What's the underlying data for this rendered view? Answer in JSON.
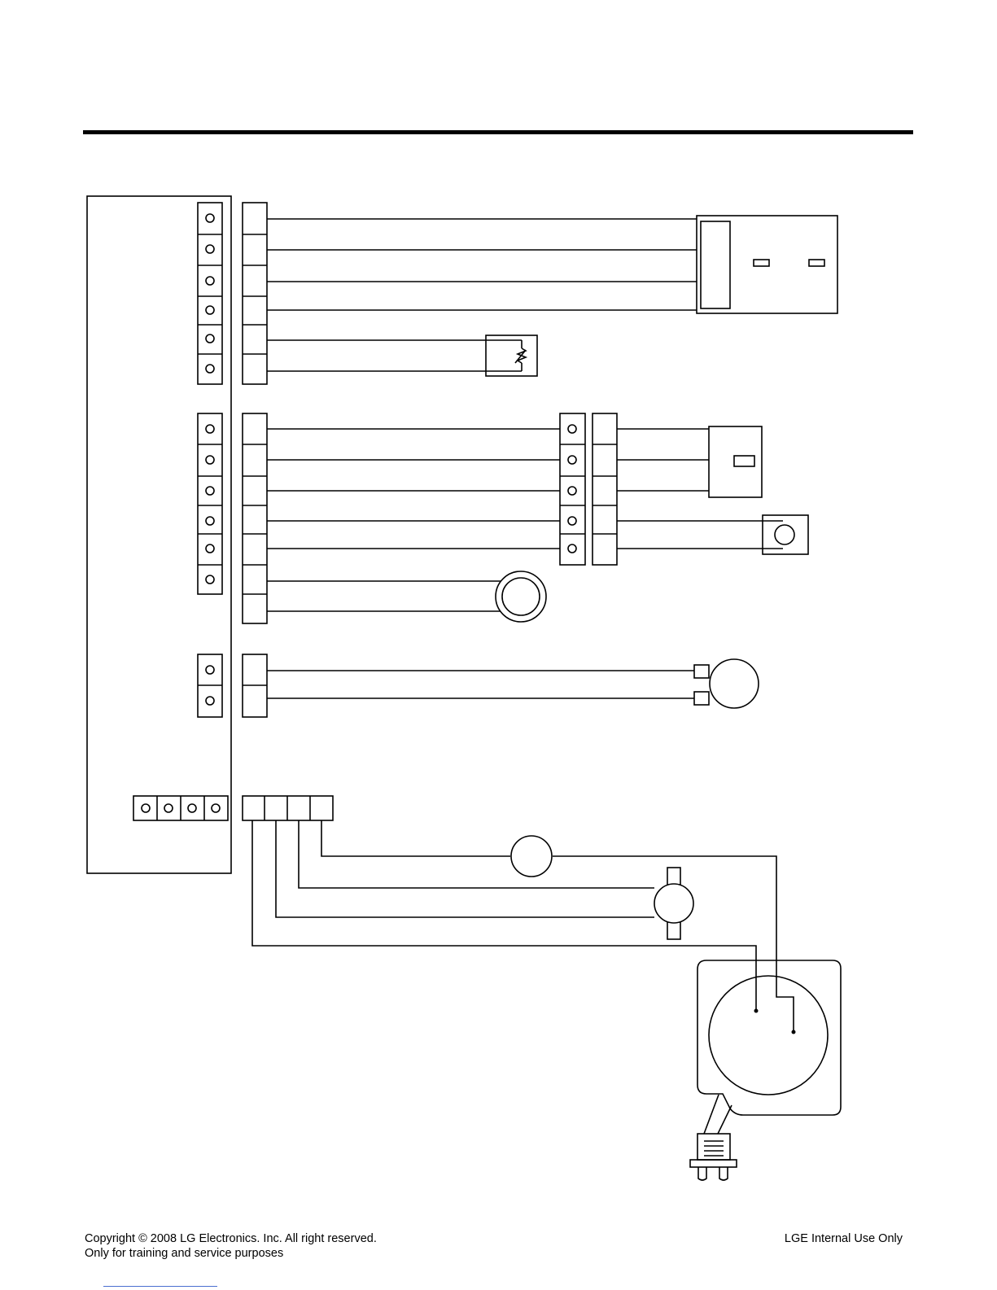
{
  "footer": {
    "copyright_line1": "Copyright © 2008 LG Electronics. Inc. All right reserved.",
    "copyright_line2": "Only for training and service purposes",
    "internal": "LGE Internal Use Only"
  },
  "colors": {
    "line": "#000000",
    "background": "#ffffff",
    "link_underline": "#4a6fd0"
  }
}
